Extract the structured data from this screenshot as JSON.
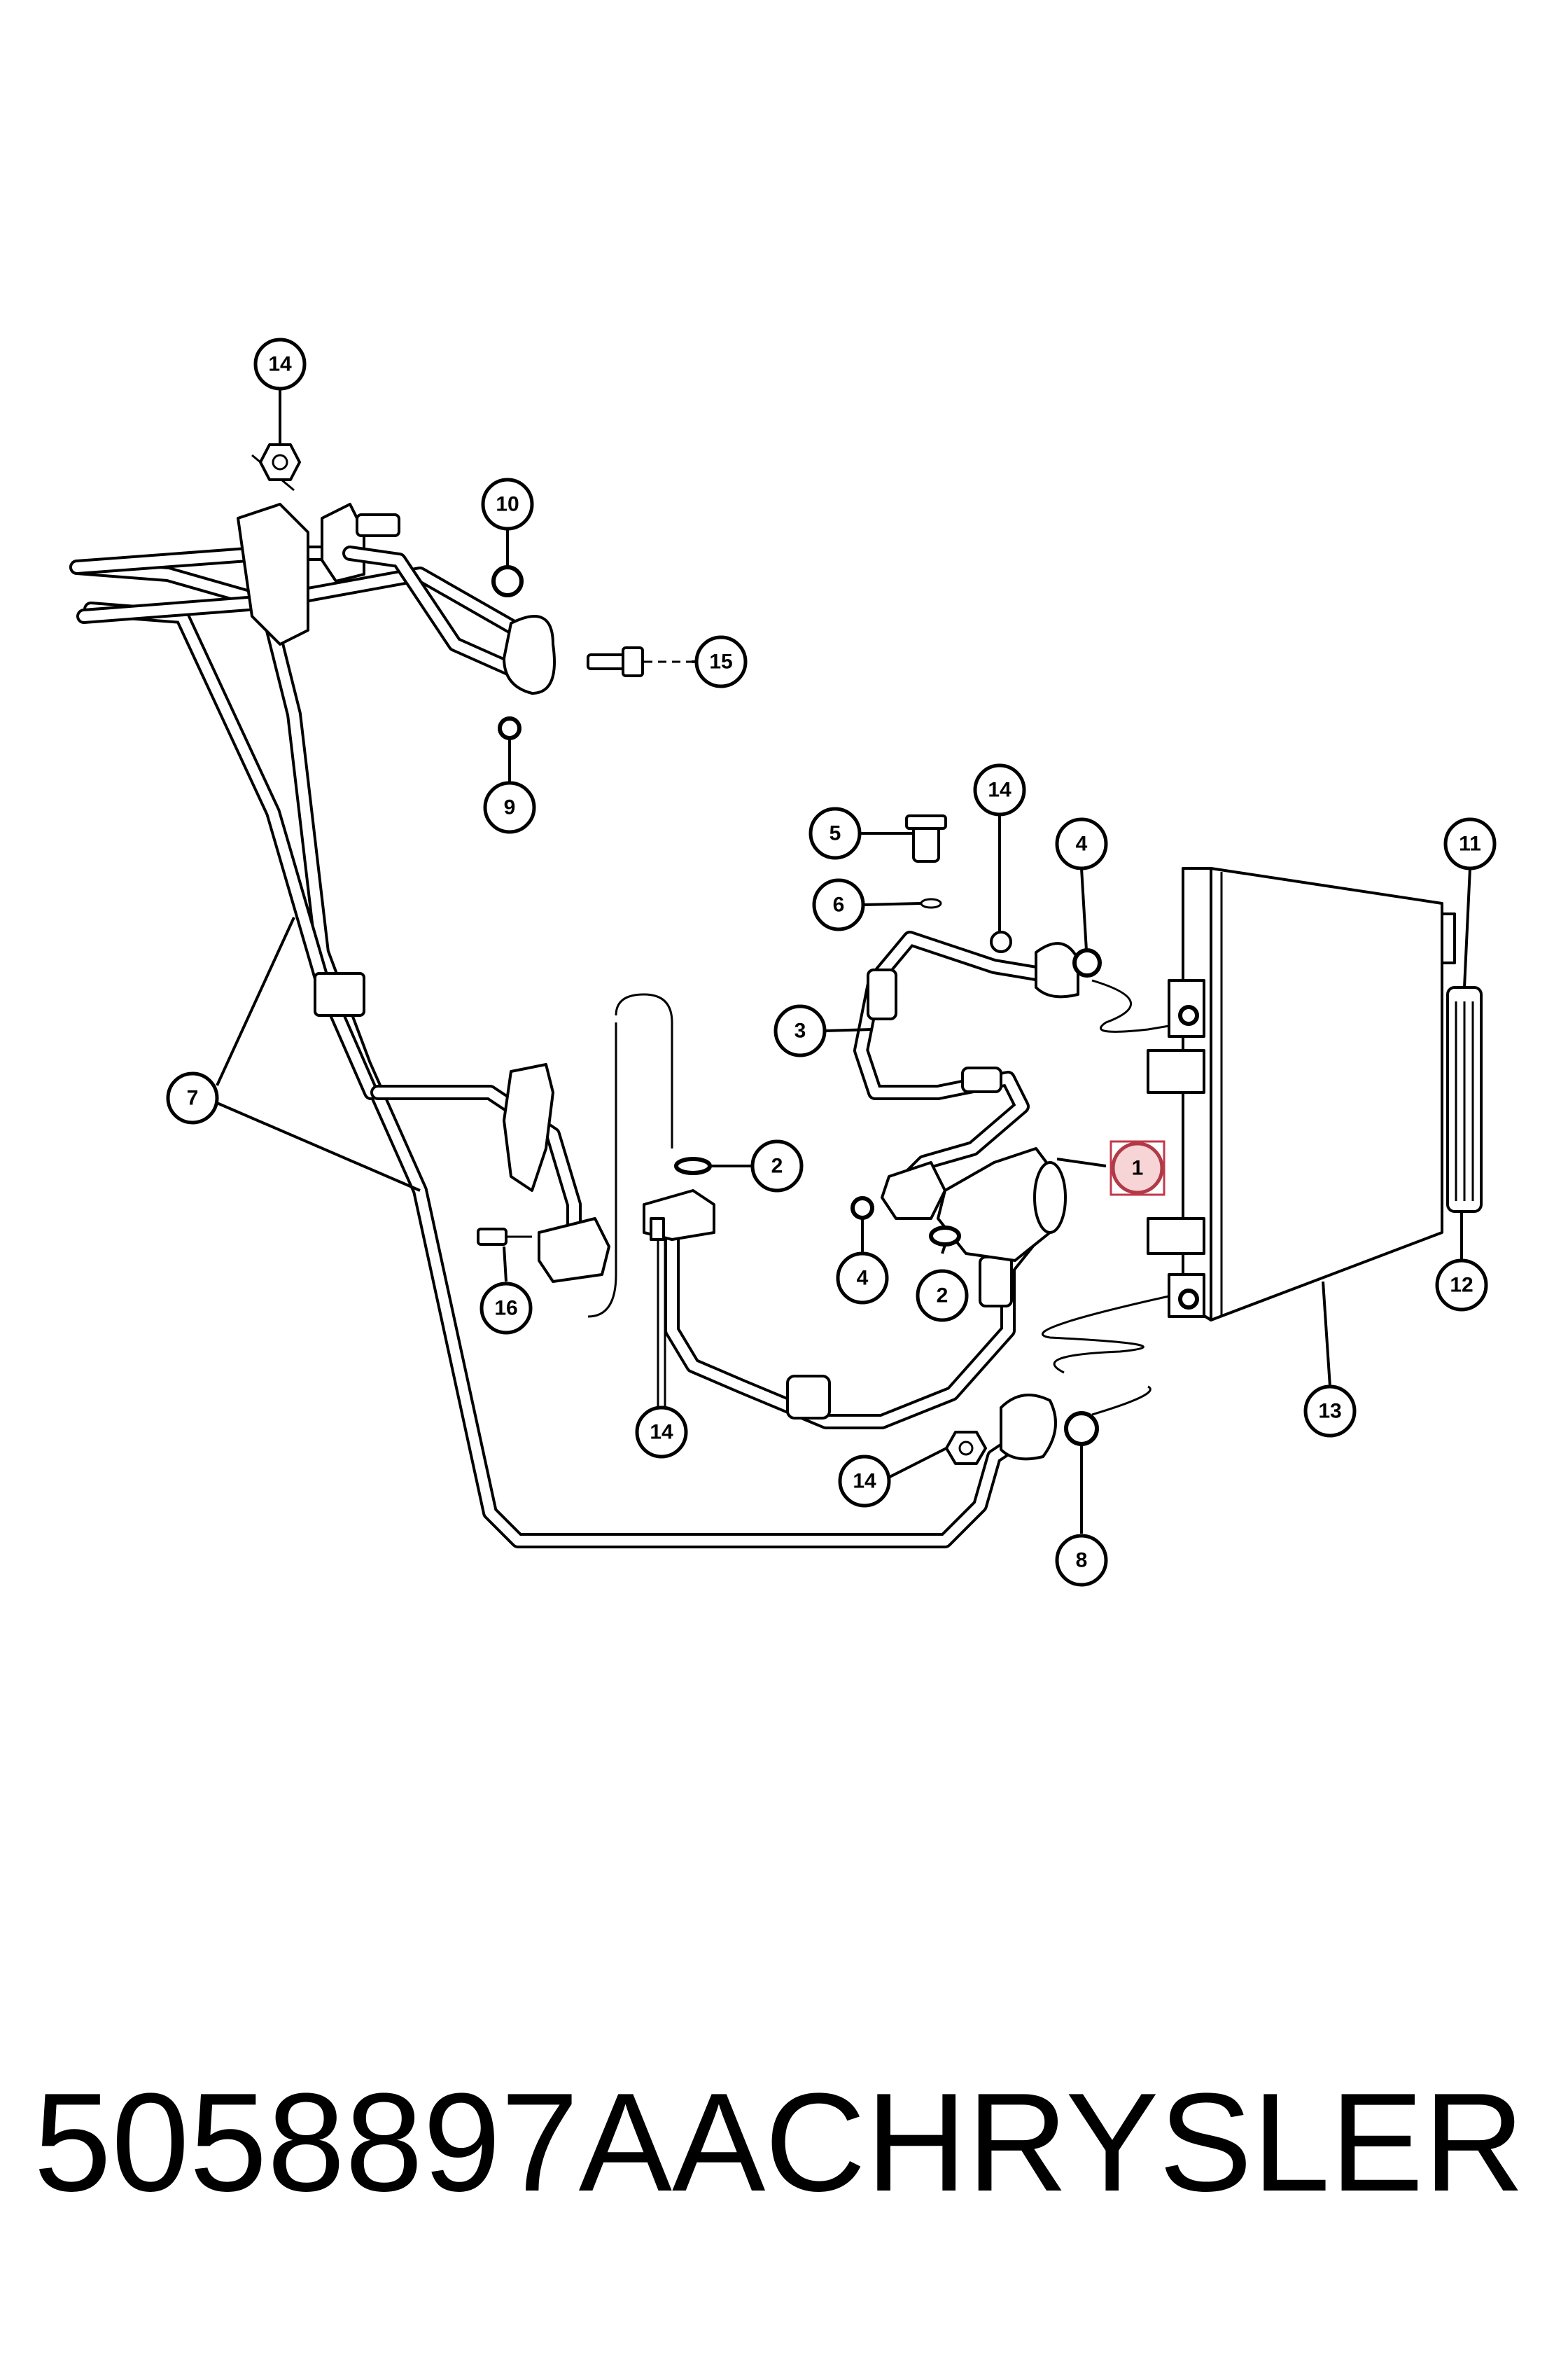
{
  "callouts": [
    "14",
    "10",
    "15",
    "9",
    "5",
    "14",
    "4",
    "11",
    "6",
    "3",
    "7",
    "2",
    "1",
    "16",
    "4",
    "2",
    "12",
    "13",
    "14",
    "14",
    "8"
  ],
  "footer": {
    "part_number": "5058897AA",
    "brand": "CHRYSLER"
  },
  "highlight_color": "#c0394b"
}
